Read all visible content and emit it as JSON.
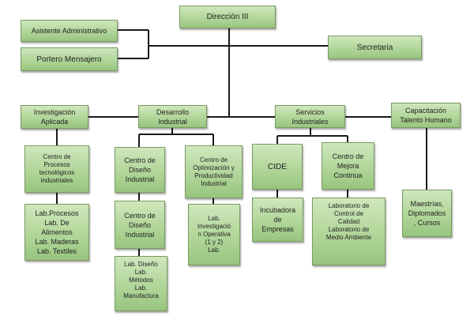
{
  "nodes": {
    "direccion": "Dirección III",
    "asistente": "Asistente Administrativo",
    "portero": "Portero Mensajero",
    "secretaria": "Secretaria",
    "investigacion": "Investigación\nAplicada",
    "desarrollo": "Desarrollo\nIndustrial",
    "servicios": "Servicios\nIndustriales",
    "capacitacion": "Capacitación\nTalento Humano",
    "centro_procesos": "Centro de\nProcesos\ntecnológicos\nindustriales",
    "labs_investigacion": "Lab.Procesos\nLab. De\nAlimentos\nLab. Maderas\nLab. Textiles",
    "centro_diseno_1": "Centro de\nDiseño\nIndustrial",
    "centro_diseno_2": "Centro de\nDiseño\nIndustrial",
    "labs_diseno": "Lab. Diseño\nLab.\nMétodos\nLab.\nManufactura",
    "centro_optimizacion": "Centro de\nOptimización y\nProductividad\nIndustrial",
    "lab_investigacion_operativa": "Lab.\nInvestigació\nn Operativa\n(1 y 2)\nLab.",
    "cide": "CIDE",
    "incubadora": "Incubadora\nde\nEmpresas",
    "centro_mejora": "Centro de\nMejora\nContinua",
    "lab_control_calidad": "Laboratorio de\nControl de\nCalidad\nLaboratorio de\nMedio Ambiente",
    "capacitacion_items": "Maestrías,\nDiplomados\n, Cursos"
  }
}
